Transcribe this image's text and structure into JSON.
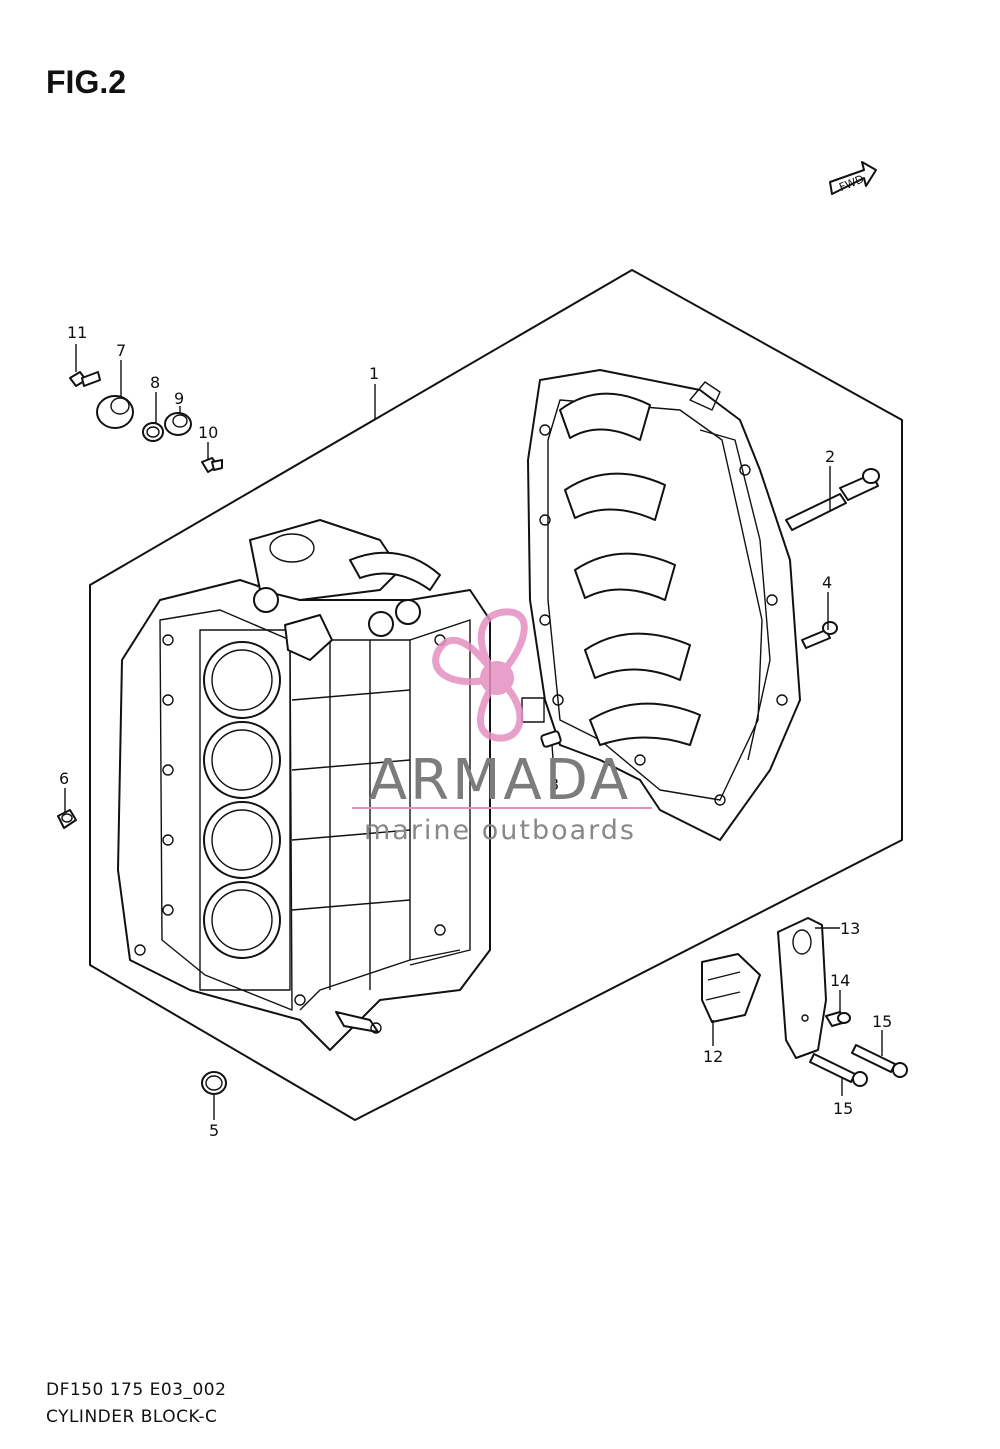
{
  "figure": {
    "title": "FIG.2"
  },
  "direction_marker": {
    "label": "FWD",
    "icon": "fwd-arrow-icon"
  },
  "callouts": [
    {
      "id": "c1",
      "label": "1"
    },
    {
      "id": "c2",
      "label": "2"
    },
    {
      "id": "c3",
      "label": "3"
    },
    {
      "id": "c4",
      "label": "4"
    },
    {
      "id": "c5",
      "label": "5"
    },
    {
      "id": "c6",
      "label": "6"
    },
    {
      "id": "c7",
      "label": "7"
    },
    {
      "id": "c8",
      "label": "8"
    },
    {
      "id": "c9",
      "label": "9"
    },
    {
      "id": "c10",
      "label": "10"
    },
    {
      "id": "c11",
      "label": "11"
    },
    {
      "id": "c12",
      "label": "12"
    },
    {
      "id": "c13",
      "label": "13"
    },
    {
      "id": "c14",
      "label": "14"
    },
    {
      "id": "c15a",
      "label": "15"
    },
    {
      "id": "c15b",
      "label": "15"
    }
  ],
  "watermark": {
    "brand": "ARMADA",
    "tagline": "marine outboards",
    "logo_icon": "propeller-logo-icon",
    "logo_color": "#e48fc0"
  },
  "footer": {
    "code": "DF150 175 E03_002",
    "name": "CYLINDER BLOCK-C"
  }
}
